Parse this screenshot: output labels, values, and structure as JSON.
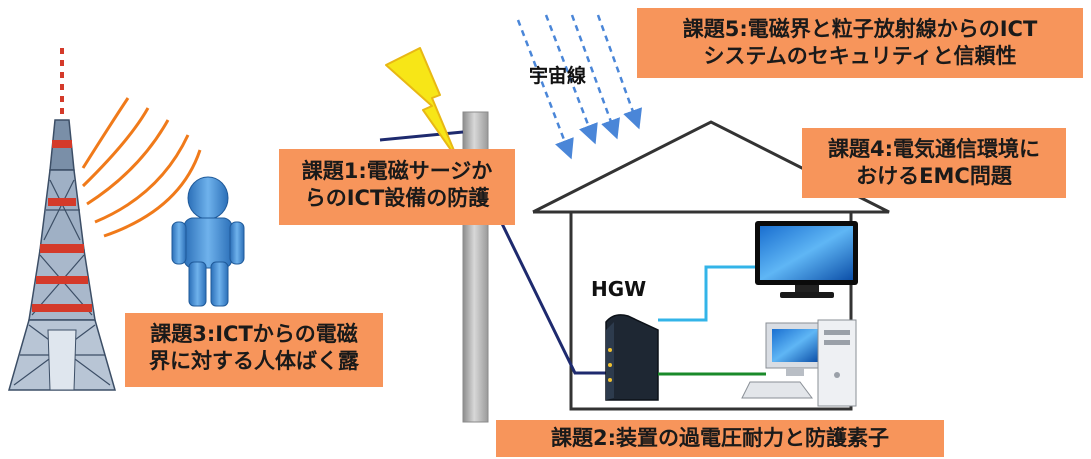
{
  "labels": {
    "issue5": [
      "課題5:電磁界と粒子放射線からのICT",
      "システムのセキュリティと信頼性"
    ],
    "issue4": [
      "課題4:電気通信環境に",
      "おけるEMC問題"
    ],
    "issue1": [
      "課題1:電磁サージか",
      "らのICT設備の防護"
    ],
    "issue3": [
      "課題3:ICTからの電磁",
      "界に対する人体ばく露"
    ],
    "issue2": [
      "課題2:装置の過電圧耐力と防護素子"
    ]
  },
  "texts": {
    "cosmic_rays": "宇宙線",
    "hgw": "HGW"
  },
  "colors": {
    "label_fill": "#f7955b",
    "radio_wave": "#f07a1a",
    "person": "#3a7ec7",
    "cable_dark": "#1e2a6e",
    "cable_light": "#33b4e8",
    "cable_green": "#1a8a2a",
    "cosmic_arrow": "#4a86d8",
    "lightning": "#f7e617",
    "tower_red": "#d43a2a"
  }
}
